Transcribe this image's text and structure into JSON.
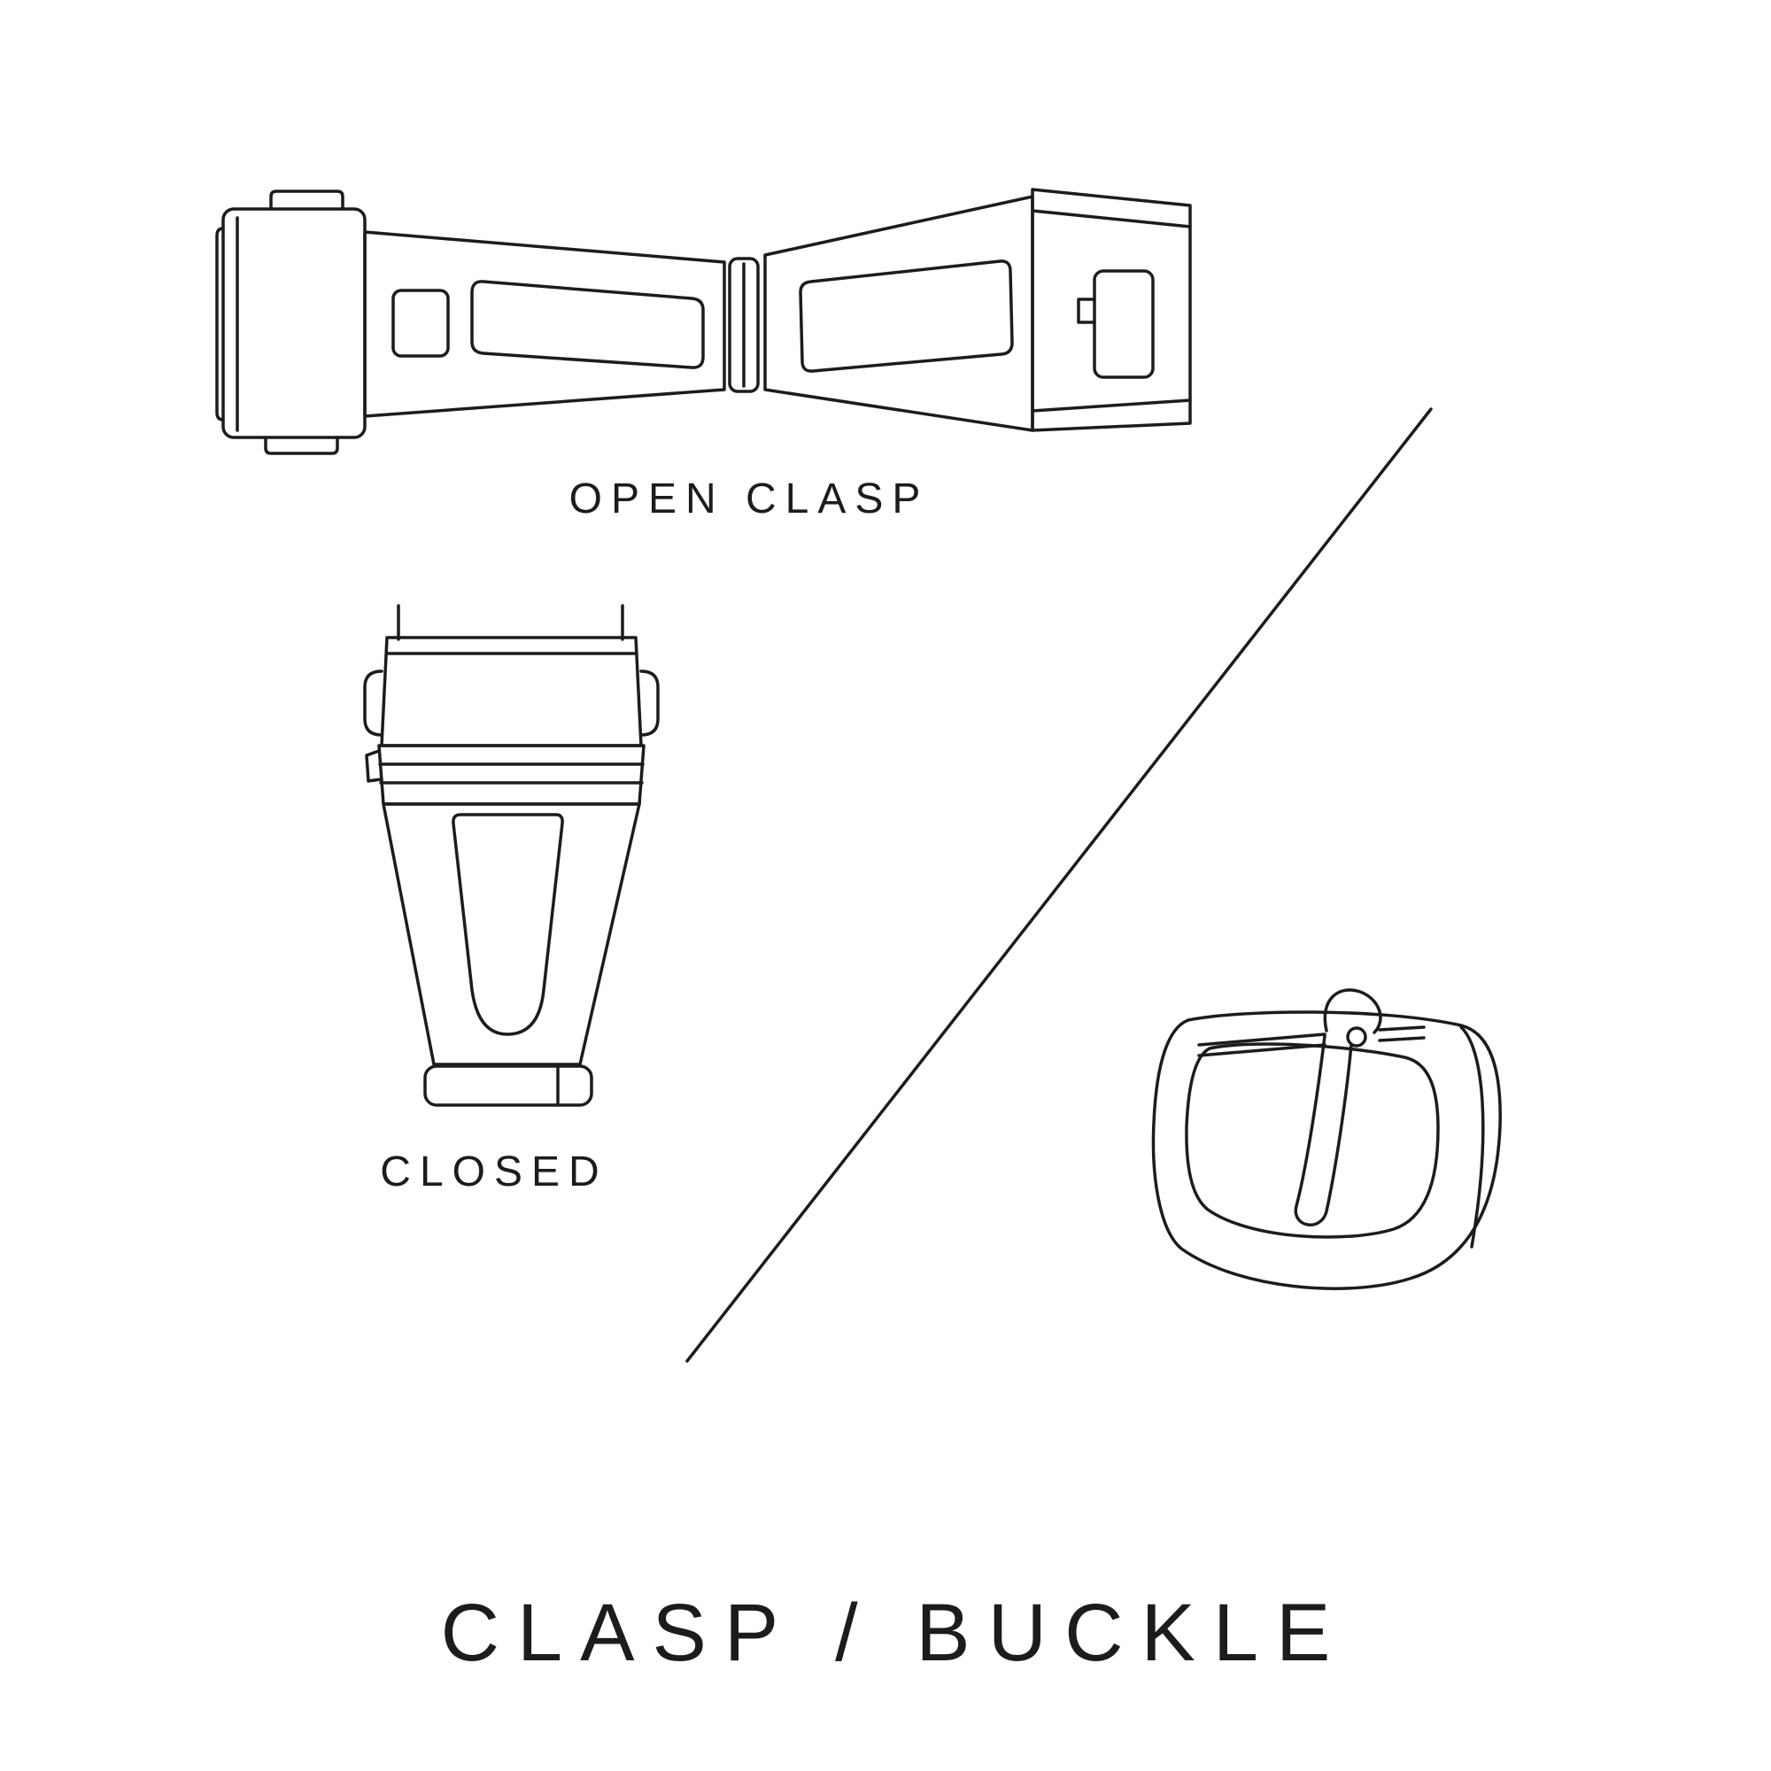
{
  "page": {
    "background": "#ffffff",
    "line_color": "#1c1c1c",
    "text_color": "#1c1c1c"
  },
  "illustrations": {
    "open_clasp": {
      "name": "open-clasp-drawing",
      "label": "OPEN CLASP"
    },
    "closed_clasp": {
      "name": "closed-clasp-drawing",
      "label": "CLOSED"
    },
    "buckle": {
      "name": "tang-buckle-drawing",
      "label": ""
    }
  },
  "title": "CLASP / BUCKLE"
}
